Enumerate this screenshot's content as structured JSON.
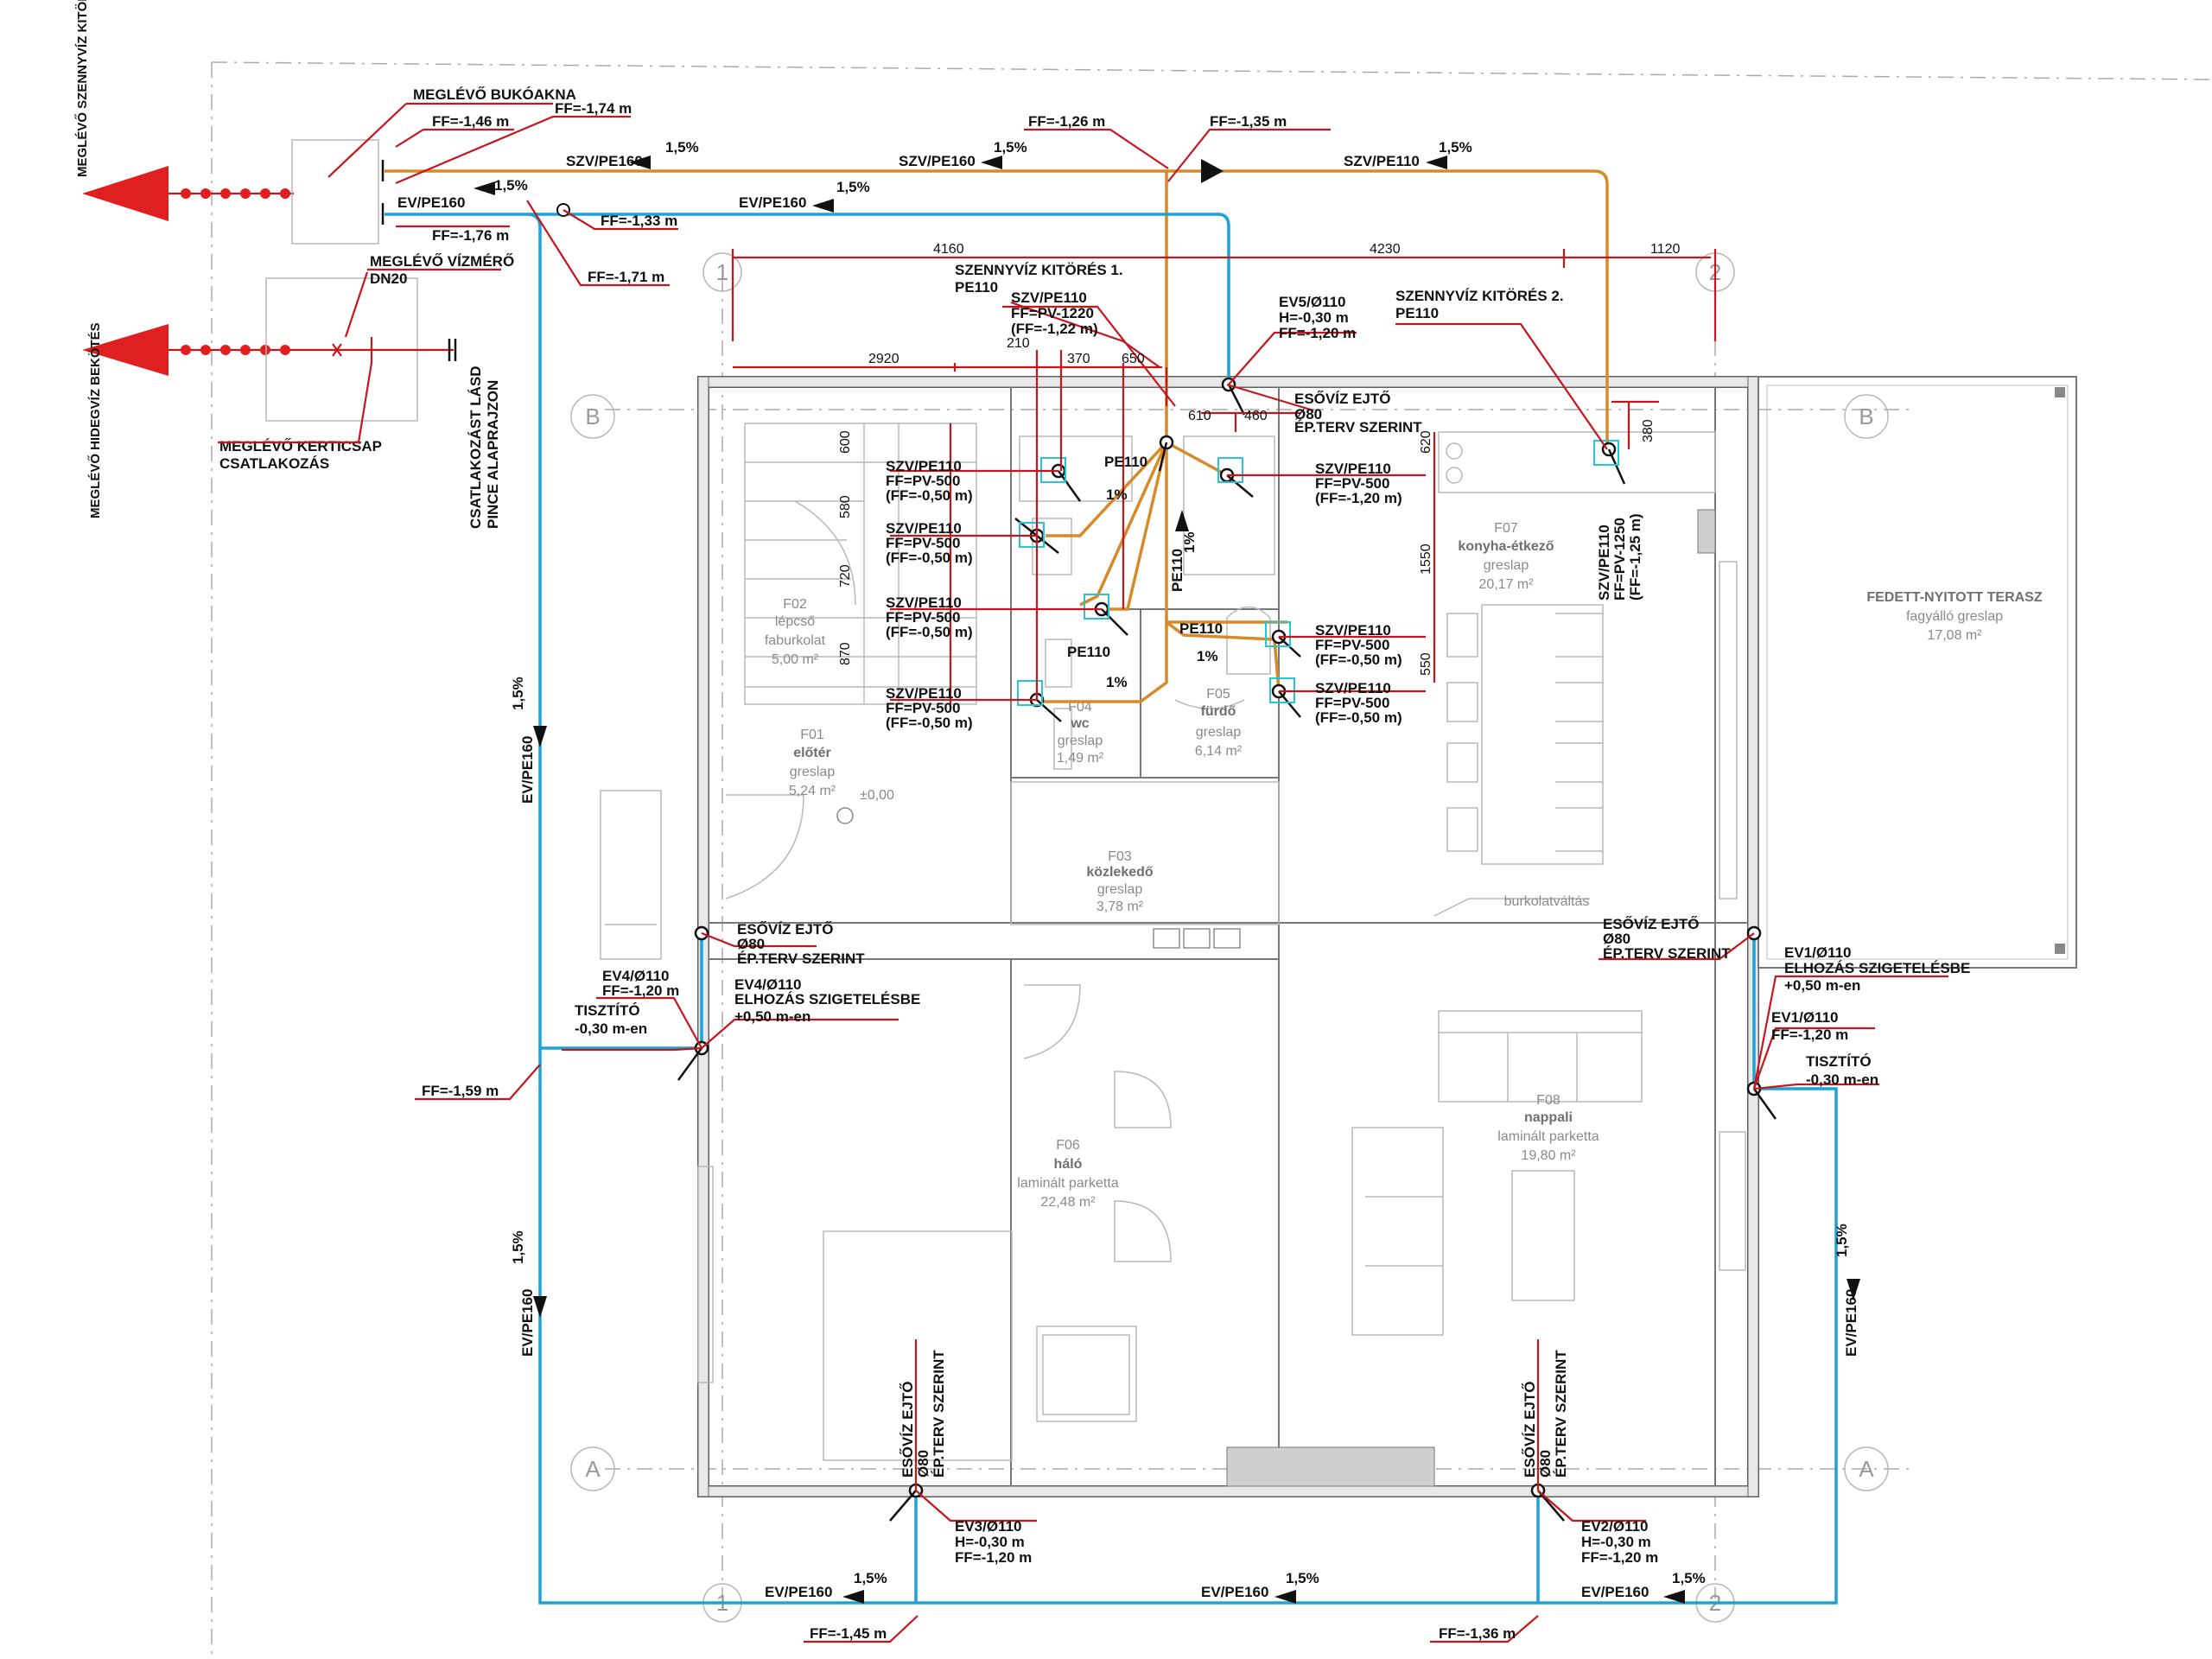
{
  "outlets": {
    "sewer_label": "MEGLÉVŐ SZENNYVÍZ KITÖRÉS EGYESÍTETT RENDSZERŐ",
    "water_label": "MEGLÉVŐ HIDEGVÍZ BEKÖTÉS",
    "manhole": "MEGLÉVŐ BUKÓAKNA",
    "water_meter": "MEGLÉVŐ VÍZMÉRŐ",
    "water_meter_dn": "DN20",
    "garden_tap": "MEGLÉVŐ KERTICSAP",
    "garden_tap_2": "CSATLAKOZÁS",
    "connection_note": "CSATLAKOZÁST LÁSD",
    "connection_note_2": "PINCE ALAPRAJZON"
  },
  "levels": {
    "ff_146": "FF=-1,46 m",
    "ff_174": "FF=-1,74 m",
    "ff_176": "FF=-1,76 m",
    "ff_133": "FF=-1,33 m",
    "ff_171": "FF=-1,71 m",
    "ff_126": "FF=-1,26 m",
    "ff_135": "FF=-1,35 m",
    "ff_159": "FF=-1,59 m",
    "ff_145": "FF=-1,45 m",
    "ff_136": "FF=-1,36 m"
  },
  "pipes": {
    "szv160": "SZV/PE160",
    "ev160": "EV/PE160",
    "szv110": "SZV/PE110",
    "pe110": "PE110",
    "slope": "1,5%",
    "slope1": "1%"
  },
  "dims": {
    "d4160": "4160",
    "d4230": "4230",
    "d1120": "1120",
    "d2920": "2920",
    "d210": "210",
    "d370": "370",
    "d650": "650",
    "d610": "610",
    "d460": "460",
    "d380": "380",
    "d600": "600",
    "d580": "580",
    "d720": "720",
    "d870": "870",
    "d620": "620",
    "d1550": "1550",
    "d550": "550"
  },
  "callouts": {
    "kitores1": "SZENNYVÍZ KITÖRÉS 1.",
    "kitores2": "SZENNYVÍZ KITÖRÉS 2.",
    "szv_pv1220": "FF=PV-1220",
    "ff_122": "(FF=-1,22 m)",
    "ev5": "EV5/Ø110",
    "h_030": "H=-0,30 m",
    "ff_120": "FF=-1,20 m",
    "esoviz": "ESŐVÍZ EJTŐ",
    "phi80": "Ø80",
    "ep_terv": "ÉP.TERV SZERINT",
    "pv500": "FF=PV-500",
    "ff050": "(FF=-0,50 m)",
    "ff120p": "(FF=-1,20 m)",
    "pv1250": "FF=PV-1250",
    "ff125": "(FF=-1,25 m)",
    "ev4": "EV4/Ø110",
    "tisztito": "TISZTÍTÓ",
    "tisztito_h": "-0,30 m-en",
    "elhozas": "ELHOZÁS SZIGETELÉSBE",
    "plus050": "+0,50 m-en",
    "ev1": "EV1/Ø110",
    "ev3": "EV3/Ø110",
    "ev2": "EV2/Ø110"
  },
  "rooms": {
    "f01": {
      "code": "F01",
      "name": "előtér",
      "floor": "greslap",
      "area": "5,24 m²"
    },
    "f02": {
      "code": "F02",
      "name": "lépcső",
      "floor": "faburkolat",
      "area": "5,00 m²"
    },
    "f03": {
      "code": "F03",
      "name": "közlekedő",
      "floor": "greslap",
      "area": "3,78 m²"
    },
    "f04": {
      "code": "F04",
      "name": "wc",
      "floor": "greslap",
      "area": "1,49 m²"
    },
    "f05": {
      "code": "F05",
      "name": "fürdő",
      "floor": "greslap",
      "area": "6,14 m²"
    },
    "f06": {
      "code": "F06",
      "name": "háló",
      "floor": "laminált parketta",
      "area": "22,48 m²"
    },
    "f07": {
      "code": "F07",
      "name": "konyha-étkező",
      "floor": "greslap",
      "area": "20,17 m²"
    },
    "f08": {
      "code": "F08",
      "name": "nappali",
      "floor": "laminált parketta",
      "area": "19,80 m²"
    },
    "terrace": {
      "name": "FEDETT-NYITOTT TERASZ",
      "floor": "fagyálló greslap",
      "area": "17,08 m²"
    }
  },
  "misc": {
    "zero_level": "±0,00",
    "burkolatvaltas": "burkolatváltás"
  },
  "axes": {
    "a": "A",
    "b": "B",
    "one": "1",
    "two": "2"
  },
  "colors": {
    "sewer": "#d88a28",
    "rain": "#1fa3d6",
    "annotation": "#c4161c"
  }
}
